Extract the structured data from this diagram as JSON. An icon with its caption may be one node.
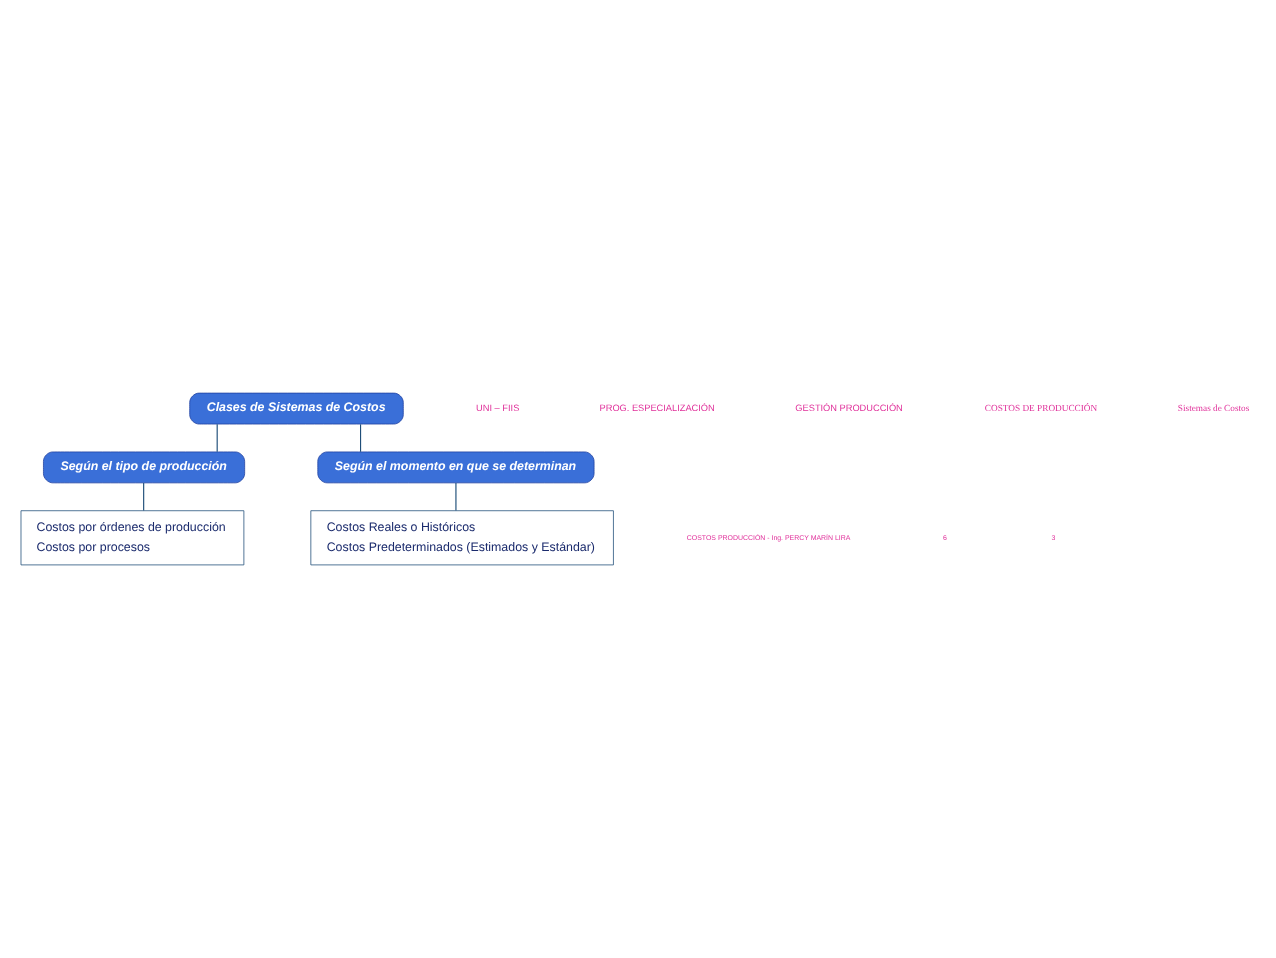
{
  "diagram": {
    "nodes": [
      {
        "text": [
          "Clases de Sistemas de Costos"
        ]
      },
      {
        "text": [
          "Según el tipo de producción"
        ]
      },
      {
        "text": [
          "Según el momento en que se determinan"
        ]
      },
      {
        "text": [
          "Costos por órdenes de producción",
          "Costos por procesos"
        ]
      },
      {
        "text": [
          "Costos Reales o Históricos",
          "Costos Predeterminados (Estimados y Estándar)"
        ]
      }
    ],
    "edges": [
      {
        "from": 0,
        "to": 1,
        "arrow": "none"
      },
      {
        "from": 0,
        "to": 2,
        "arrow": "none"
      },
      {
        "from": 1,
        "to": 3,
        "arrow": "none"
      },
      {
        "from": 2,
        "to": 4,
        "arrow": "none"
      }
    ],
    "labels": [
      "UNI – FIIS",
      "PROG. ESPECIALIZACIÓN",
      "GESTIÓN PRODUCCIÓN",
      "COSTOS DE PRODUCCIÓN",
      "Sistemas de Costos",
      "COSTOS PRODUCCIÓN - Ing. PERCY MARÍN LIRA",
      "6",
      "3"
    ]
  }
}
